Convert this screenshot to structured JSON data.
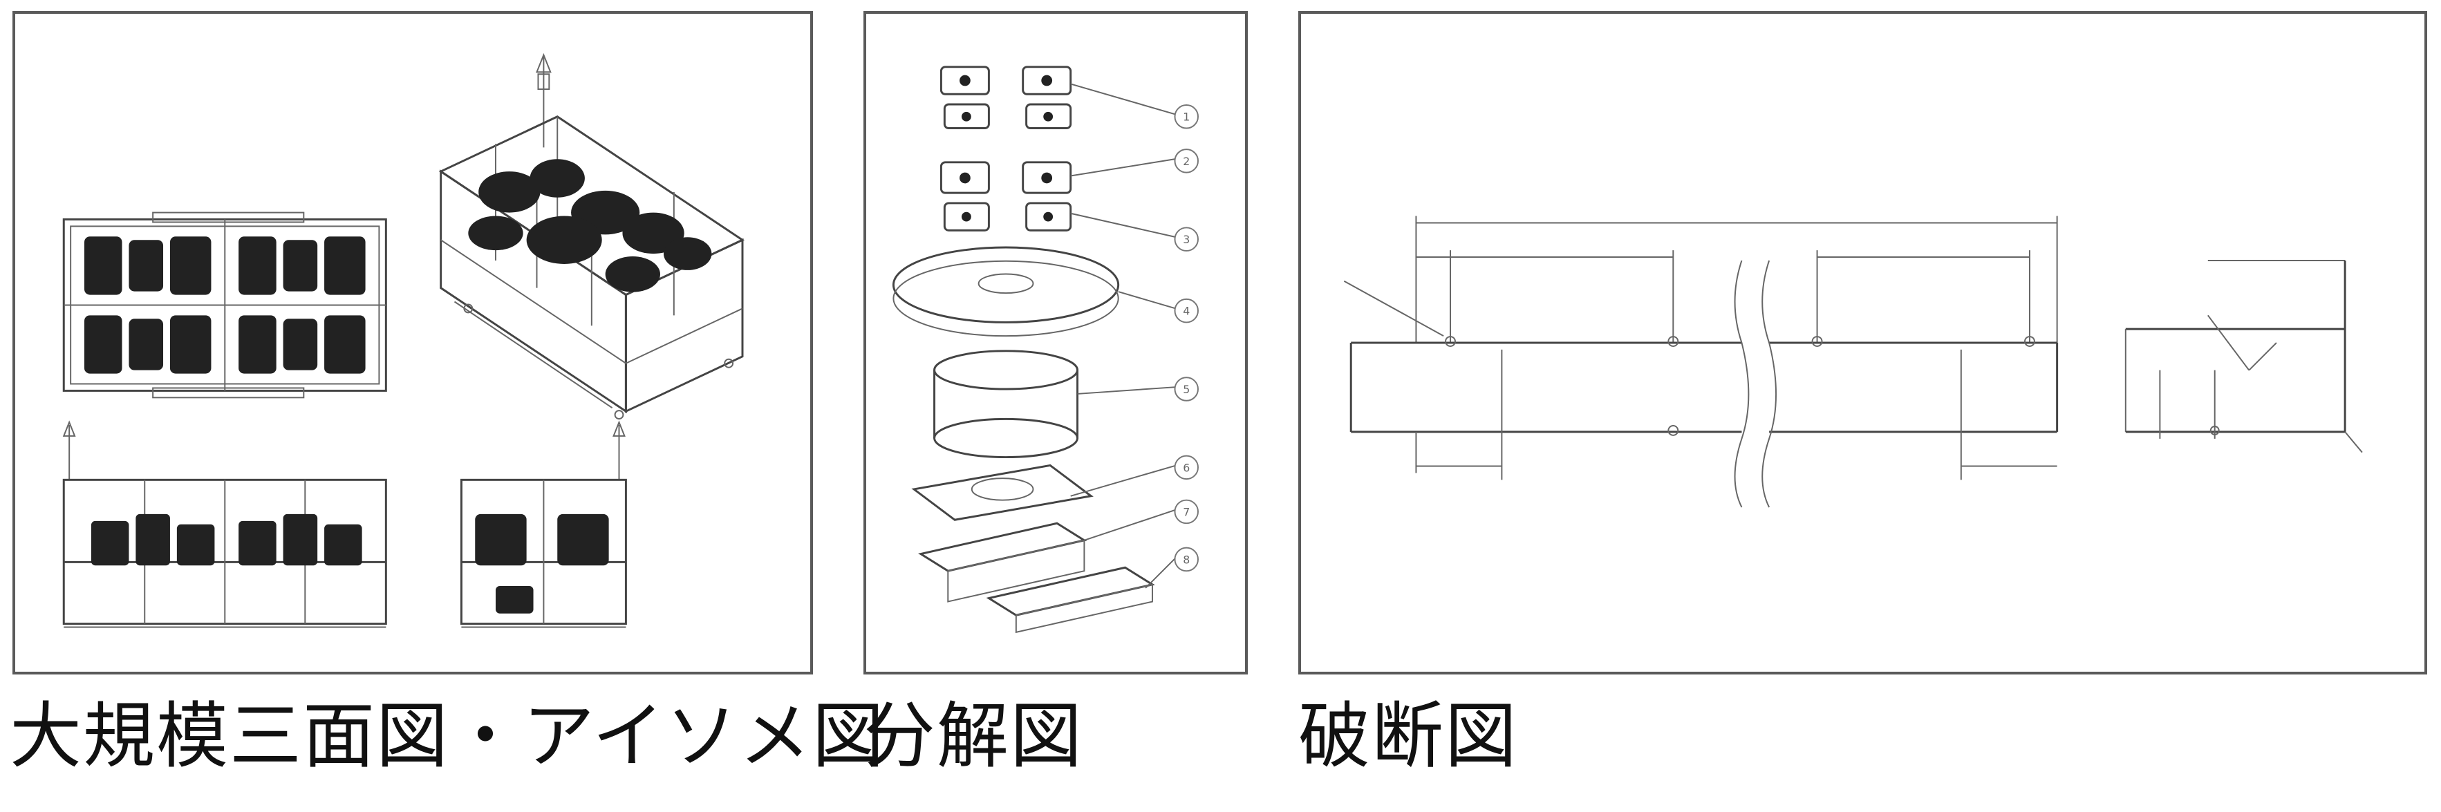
{
  "captions": {
    "panel1": "大規模三面図・アイソメ図",
    "panel2": "分解図",
    "panel3": "破断図"
  },
  "exploded_callouts": [
    "1",
    "2",
    "3",
    "4",
    "5",
    "6",
    "7",
    "8"
  ]
}
